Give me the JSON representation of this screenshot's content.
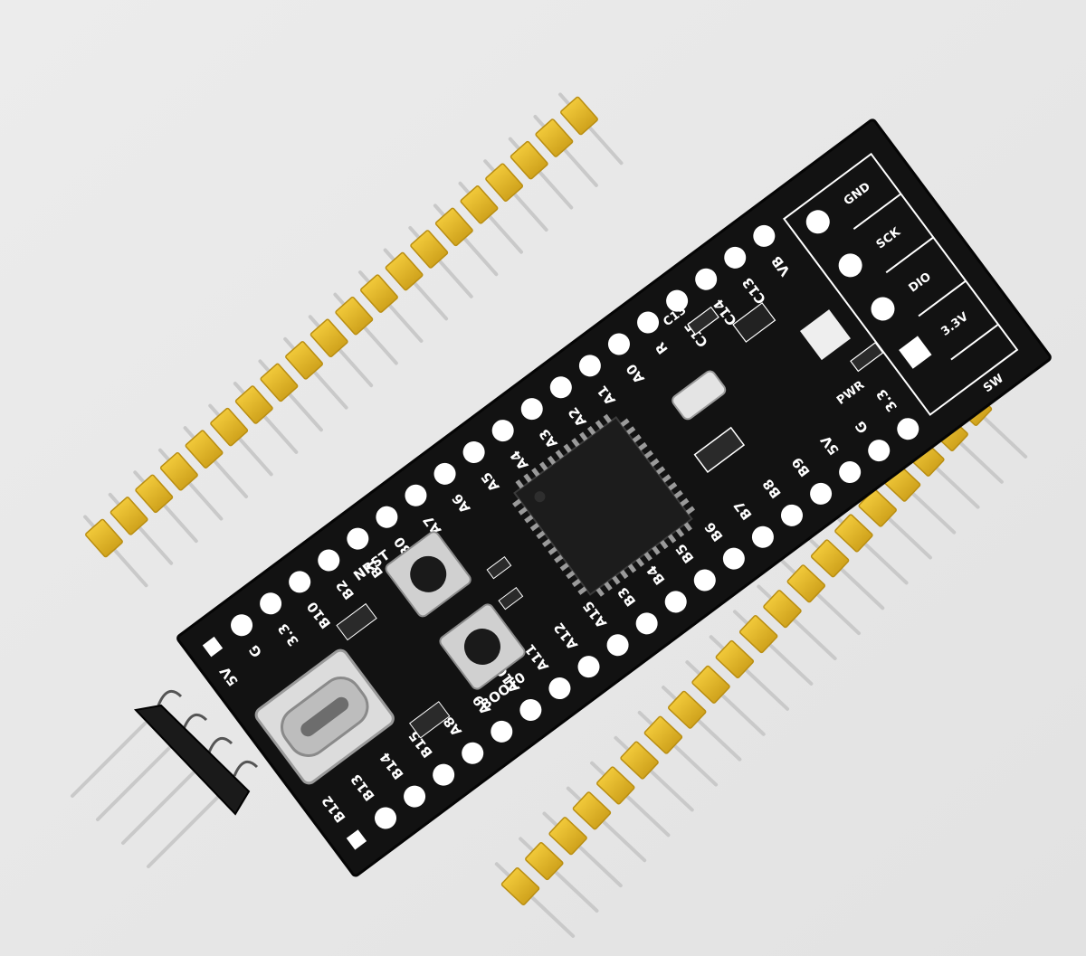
{
  "board": {
    "top_row_labels": [
      "5V",
      "G",
      "3.3",
      "B10",
      "B2",
      "B1",
      "B0",
      "A7",
      "A6",
      "A5",
      "A4",
      "A3",
      "A2",
      "A1",
      "A0",
      "R",
      "C15",
      "C14",
      "C13",
      "VB"
    ],
    "bottom_row_labels": [
      "B12",
      "B13",
      "B14",
      "B15",
      "A8",
      "A9",
      "A10",
      "A11",
      "A12",
      "A15",
      "B3",
      "B4",
      "B5",
      "B6",
      "B7",
      "B8",
      "B9",
      "5V",
      "G",
      "3.3"
    ],
    "swd_labels": [
      "GND",
      "SCK",
      "DIO",
      "3.3V"
    ],
    "swd_title": "SW",
    "button_nrst": "NRST",
    "button_boot": "BOOT0",
    "led_c13": "C13",
    "led_pwr": "PWR"
  },
  "colors": {
    "background": "#e9e9e9",
    "pcb": "#111111",
    "silkscreen": "#ffffff",
    "header_plastic": "#e0b526",
    "header_pin": "#cfcfcf",
    "black_header": "#1a1a1a"
  }
}
